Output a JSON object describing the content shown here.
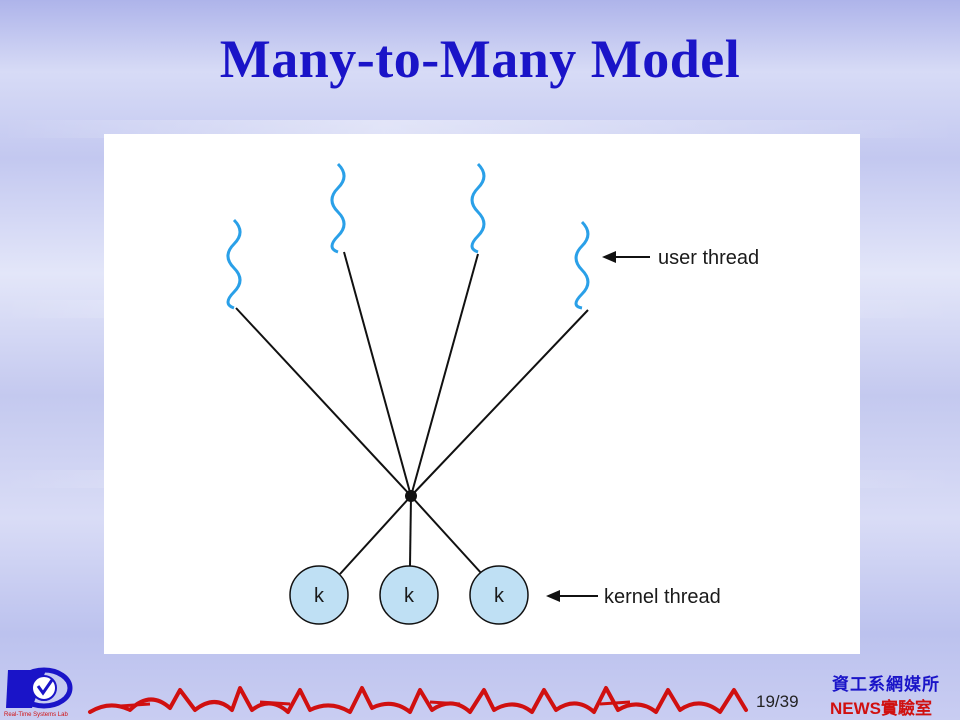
{
  "slide": {
    "title": "Many-to-Many Model",
    "page_current": "19",
    "page_total": "39",
    "org_line1": "資工系網媒所",
    "org_line2": "NEWS實驗室",
    "logo_caption": "Real-Time Systems Lab"
  },
  "diagram": {
    "user_thread_label": "user thread",
    "kernel_thread_label": "kernel thread",
    "kernel_nodes": [
      "k",
      "k",
      "k"
    ],
    "user_thread_count": 4
  },
  "colors": {
    "title": "#1a14c8",
    "thread_wave": "#2aa0e8",
    "kernel_node_fill": "#bfe0f4",
    "org_line1": "#1a14c8",
    "org_line2": "#d01010"
  }
}
